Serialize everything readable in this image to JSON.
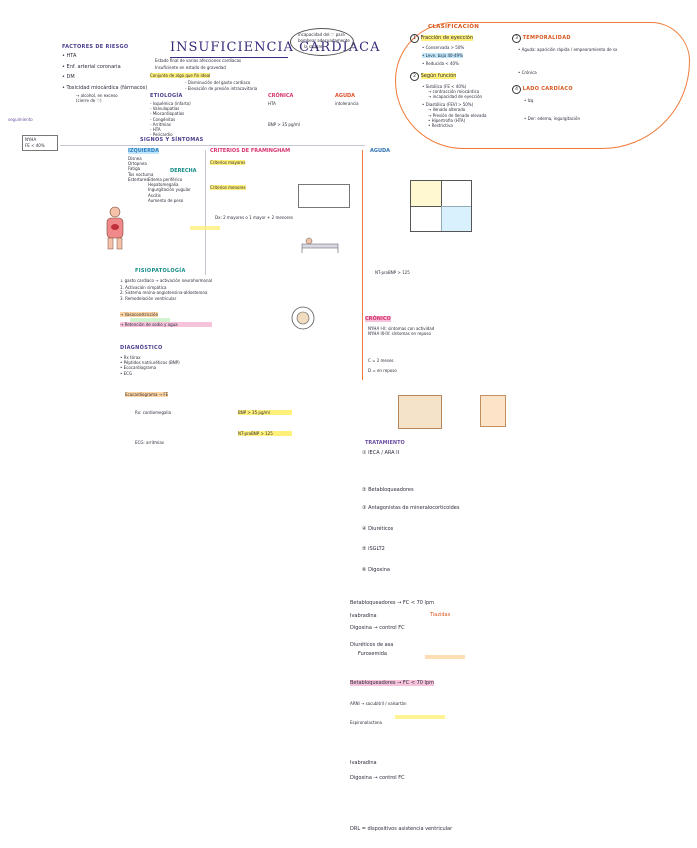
{
  "title": "INSUFICIENCIA CARDIACA",
  "definition": {
    "line1": "Estado final de varias afecciones cardiacas",
    "line2": "Insuficiente en estado de gravedad",
    "line3": "Conjunto de algo que  fin ideal",
    "line4": "- Disminución del gasto cardiaco",
    "line5": "- Elevación de presión intracavitaria"
  },
  "bubble": {
    "line1": "incapacidad del ♡ para",
    "line2": "bombear adecuadamente",
    "line3": "la sangre"
  },
  "risk": {
    "title": "FACTORES DE RIESGO",
    "items": [
      "• HTA",
      "• Enf. arterial coronaria",
      "• DM",
      "• Toxicidad miocárdica (fármacos)",
      "→ alcohol, en exceso",
      "(cierre de ♡)"
    ]
  },
  "epid": {
    "title": "ETIOLOGÍA",
    "items": [
      "- Isquémica (infarto)",
      "- Valvulopatías",
      "- Miocardiopatías",
      "- Congénitas",
      "- Arritmias",
      "- HTA",
      "- Pericardio"
    ]
  },
  "classification": {
    "title": "CLASIFICACIÓN",
    "fraccion": "Fracción de eyección",
    "conservada": "• Conservada  > 50%",
    "leve": "• Leve. baja  40-49%",
    "reducida": "• Reducida  < 40%",
    "segun": "Según función",
    "sistolica": "• Sistólica (FE < 40%)",
    "sis1": "→ contracción miocárdica",
    "sis2": "→ incapacidad de eyección",
    "diastolica": "• Diastólica (FEVI > 50%)",
    "dia1": "→ llenado alterado",
    "dia2": "→ Presión de llenado elevada",
    "dia3": "• Hipertrofia (HTA)",
    "dia4": "• Restrictiva"
  },
  "temporality": {
    "title": "TEMPORALIDAD",
    "aguda": "• Aguda: aparición rápida / empeoramiento de sx",
    "cronica": "• Crónica",
    "lado": "LADO CARDÍACO",
    "izq": "• Izq",
    "der": "• Der: edema, ingurgitación"
  },
  "cronica_label": "CRÓNICA",
  "aguda_label": "AGUDA",
  "pathophys": {
    "title": "FISIOPATOLOGÍA",
    "items": [
      "↓ gasto cardíaco → activación neurohormonal",
      "1. Activación simpática",
      "2. Sistema renina-angiotensina-aldosterona",
      "3. Remodelación ventricular",
      "→ Vasoconstricción",
      "→ Retención de sodio y agua"
    ]
  },
  "signs": {
    "title": "SIGNOS Y SÍNTOMAS",
    "izquierda": "IZQUIERDA",
    "derecha": "DERECHA",
    "izq_items": [
      "Disnea",
      "Ortopnea",
      "Fatiga",
      "Tos nocturna",
      "Estertores"
    ],
    "der_items": [
      "Edema periférico",
      "Hepatomegalia",
      "Ingurgitación yugular",
      "Ascitis",
      "Aumento de peso"
    ]
  },
  "criteria": {
    "title": "CRITERIOS DE FRAMINGHAM",
    "mayores": "Criterios mayores",
    "menores": "Criterios menores",
    "dx": "Dx: 2 mayores o 1 mayor + 2 menores"
  },
  "diagnostics": {
    "title": "DIAGNÓSTICO",
    "items": [
      "• Rx tórax",
      "• Péptidos natriuréticos (BNP)",
      "• Ecocardiograma",
      "• ECG"
    ]
  },
  "treatment": {
    "title": "TRATAMIENTO",
    "items": [
      "① IECA / ARA II",
      "② Betabloqueadores",
      "③ Antagonistas de mineralocorticoides",
      "④ Diuréticos",
      "⑤ iSGLT2",
      "⑥ Digoxina"
    ]
  },
  "cronic_right": {
    "title": "CRÓNICO",
    "line1": "NYHA I-II: síntomas con actividad",
    "line2": "NYHA III-IV: síntomas en reposo",
    "c1": "C = 2 meses",
    "c2": "D = en reposo"
  },
  "drugs": {
    "bb": "Betabloqueadores → FC < 70 lpm",
    "ivab": "Ivabradina",
    "digox": "Digoxina → control FC",
    "diur": "Diuréticos de asa",
    "furos": "Furosemida",
    "arni": "ARNI → sacubitril / valsartán",
    "espiro": "Espironolactona",
    "tiazida": "Tiazidas",
    "drl": "DRL = dispositivos asistencia ventricular"
  },
  "misc": {
    "hta": "HTA",
    "nyha": "NYHA",
    "fe": "FE < 40%",
    "seguir": "seguimiento",
    "intolerancia": "intolerancia",
    "bnp": "BNP > 35 pg/ml",
    "ntpro": "NT-proBNP > 125",
    "eco": "Ecocardiograma → FE",
    "rx": "Rx: cardiomegalia",
    "ecg": "ECG: arritmias"
  }
}
